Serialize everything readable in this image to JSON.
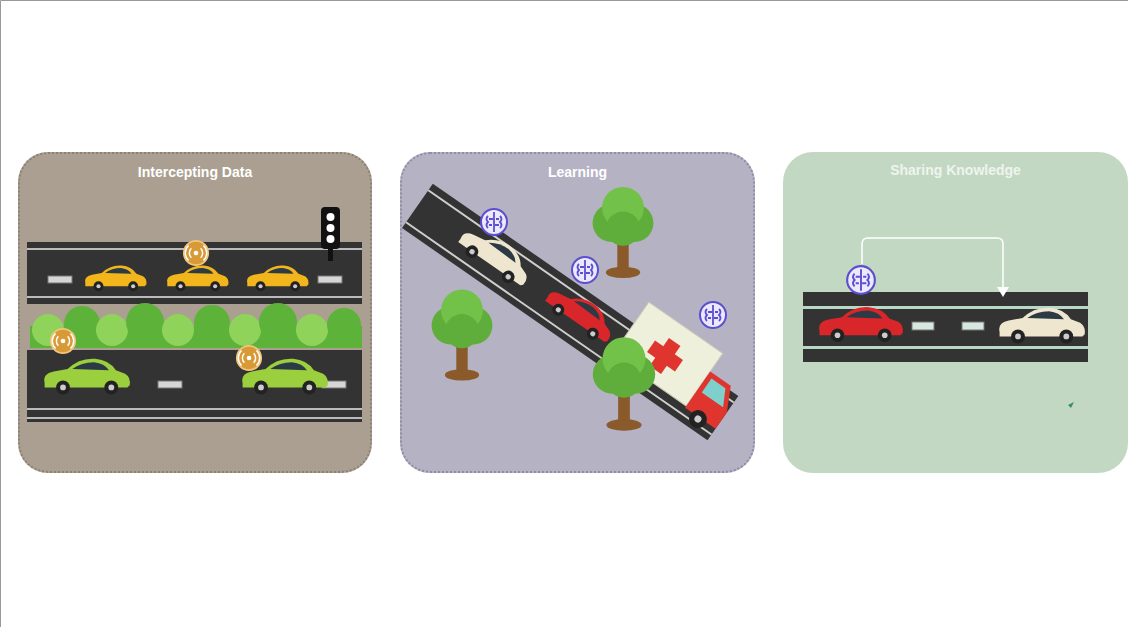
{
  "diagram": {
    "nodes": [
      {
        "text": [
          "Intercepting Data"
        ]
      },
      {
        "text": [
          "Learning"
        ]
      },
      {
        "text": [
          "Sharing Knowledge"
        ]
      }
    ]
  }
}
